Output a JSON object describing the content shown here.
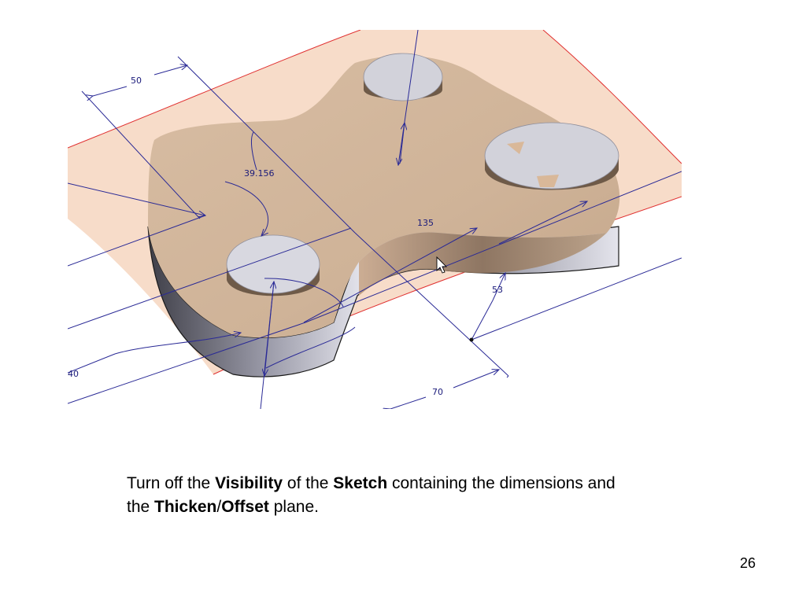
{
  "figure": {
    "dimensions": {
      "dim_50": "50",
      "dim_39_156": "39.156",
      "dim_135": "135",
      "dim_53": "53",
      "dim_40": "40",
      "dim_70": "70"
    }
  },
  "caption": {
    "line1_part1": "Turn off the ",
    "line1_bold1": "Visibility",
    "line1_part2": " of the ",
    "line1_bold2": "Sketch",
    "line1_part3": " containing the dimensions and",
    "line2_part1": "the ",
    "line2_bold1": "Thicken",
    "line2_slash": "/",
    "line2_bold2": "Offset",
    "line2_part2": " plane."
  },
  "page_number": "26",
  "colors": {
    "dimension_line": "#2a2a96",
    "offset_plane": "#f7dcc9",
    "plane_edge": "#e03030",
    "part_top": "#d4b9a0",
    "boss": "#d2d2da"
  }
}
